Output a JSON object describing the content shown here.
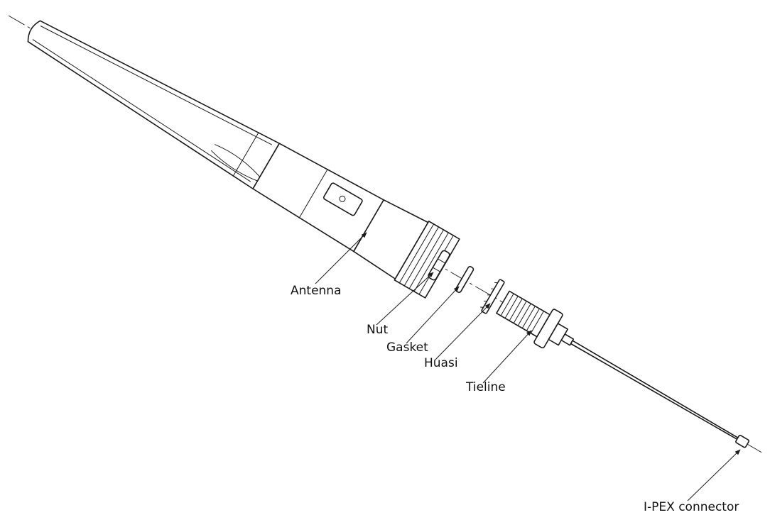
{
  "labels": {
    "antenna": "Antenna",
    "nut": "Nut",
    "gasket": "Gasket",
    "huasi": "Huasi",
    "tieline": "Tieline",
    "ipex": "I-PEX connector"
  },
  "colors": {
    "line": "#1a1a1a",
    "background": "#ffffff"
  }
}
